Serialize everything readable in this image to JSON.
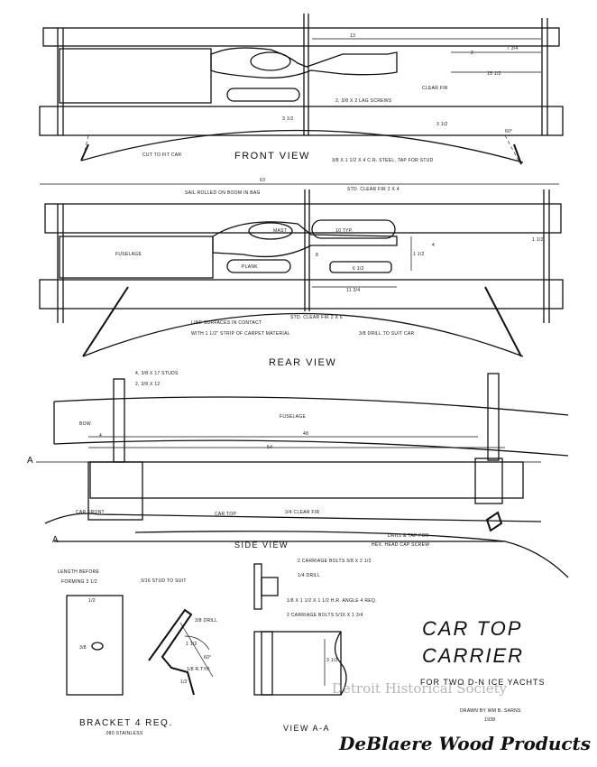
{
  "title": {
    "line1": "CAR TOP",
    "line2": "CARRIER",
    "subtitle": "FOR TWO D-N ICE YACHTS"
  },
  "credit": {
    "drawn_by": "DRAWN BY WM B. SARNS",
    "year": "1938"
  },
  "brand": "DeBlaere Wood Products",
  "watermark": "Detroit Historical Society",
  "views": {
    "front": "FRONT VIEW",
    "rear": "REAR VIEW",
    "side": "SIDE VIEW",
    "bracket": "BRACKET 4 REQ.",
    "bracket_note": ".080 STAINLESS",
    "view_aa": "VIEW A-A"
  },
  "front_labels": {
    "dim_13": "13",
    "dim_2": "2",
    "dim_7": "7 3/4",
    "dim_15": "15 1/2",
    "clear_fir": "CLEAR FIR",
    "lag": "2, 3/8 X 2 LAG SCREWS",
    "dim_3a": "3 1/2",
    "dim_3b": "3 1/2",
    "deg_60": "60°",
    "cut": "CUT TO FIT CAR",
    "steel": "3/8 X 1 1/2 X 4 C.R. STEEL, TAP FOR STUD",
    "dim_63": "63"
  },
  "rear_labels": {
    "sail": "SAIL ROLLED ON BOOM IN BAG",
    "std": "STD. CLEAR FIR 2 X 4",
    "mast": "MAST",
    "typ": "10 TYP.",
    "fuselage": "FUSELAGE",
    "plank": "PLANK",
    "dim_8": "8",
    "dim_6": "6 1/2",
    "dim_4": "4",
    "dim_1a": "1 1/2",
    "dim_1b": "1 1/2",
    "dim_11": "11 3/4",
    "line": "LINE SURFACES IN CONTACT",
    "with": "WITH 1 1/2\" STRIP OF CARPET MATERIAL",
    "std2": "STD. CLEAR FIR 2 X 6",
    "drill": "3/8 DRILL TO SUIT CAR"
  },
  "side_labels": {
    "studs1": "4, 3/8 X 17 STUDS",
    "studs2": "2, 3/8 X 12",
    "bow": "BOW",
    "fuselage": "FUSELAGE",
    "dim_4": "4",
    "dim_48": "48",
    "dim_54": "54",
    "a_top": "A",
    "a_bot": "A",
    "car_front": "CAR FRONT",
    "car_top": "CAR TOP",
    "clear_fir": "3/4 CLEAR FIR",
    "drill_tap": "DRILL & TAP FOR",
    "hex": "HEX. HEAD CAP SCREW"
  },
  "bracket_labels": {
    "length": "LENGTH BEFORE",
    "forming": "FORMING 3 1/2",
    "stud": "3/16 STUD TO SUIT",
    "drill": "3/8 DRILL",
    "dim_1": "1/2",
    "dim_3": "3/8",
    "dim_1b": "1 1/2",
    "deg": "60°",
    "r": "1/8 R.TYP.",
    "dim_4": "1/2"
  },
  "aa_labels": {
    "bolts1": "2 CARRIAGE BOLTS 3/8 X 2 1/2",
    "drill": "1/4 DRILL",
    "angle": "1/8 X 1 1/2 X 1 1/2 H.R. ANGLE 4 REQ.",
    "bolts2": "2 CARRIAGE BOLTS 5/16 X 1 3/4",
    "dim_3": "3 1/2"
  }
}
